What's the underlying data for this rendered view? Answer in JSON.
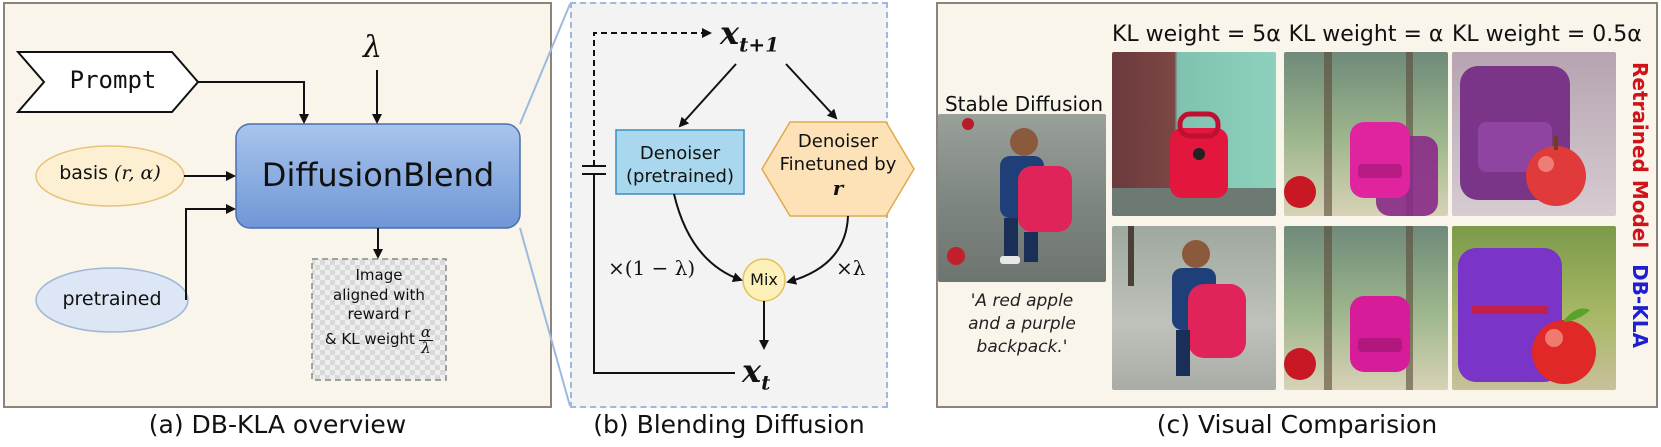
{
  "panel_a": {
    "caption": "(a) DB-KLA overview",
    "prompt_label": "Prompt",
    "lambda": "λ",
    "basis_label": "basis",
    "basis_math": "(r, α)",
    "pretrained_label": "pretrained",
    "blend_label": "DiffusionBlend",
    "output_lines": [
      "Image",
      "aligned with",
      "reward r",
      "& KL weight"
    ],
    "output_frac_num": "α",
    "output_frac_den": "λ"
  },
  "panel_b": {
    "caption": "(b) Blending Diffusion",
    "x_next": "x",
    "x_next_sub": "t+1",
    "x_cur": "x",
    "x_cur_sub": "t",
    "denoiser_pre_lines": [
      "Denoiser",
      "(pretrained)"
    ],
    "denoiser_ft_lines": [
      "Denoiser",
      "Finetuned by"
    ],
    "denoiser_ft_math": "r",
    "mix_label": "Mix",
    "weight_left": "×(1 − λ)",
    "weight_right": "×λ"
  },
  "panel_c": {
    "caption": "(c) Visual Comparision",
    "stable_diffusion_label": "Stable Diffusion",
    "prompt_lines": [
      "'A red apple",
      "and a purple",
      "backpack.'"
    ],
    "columns": [
      "KL weight = 5α",
      "KL weight = α",
      "KL weight = 0.5α"
    ],
    "rows": [
      {
        "label": "Retrained Model",
        "color": "#d0121b"
      },
      {
        "label": "DB-KLA",
        "color": "#1f1fd0"
      }
    ]
  },
  "colors": {
    "blend_fill": "#7ea4dc",
    "basis_fill": "#fdf0d2",
    "pretrained_fill": "#dce6f4",
    "denoiser_pre_fill": "#a9d8ee",
    "denoiser_ft_fill": "#fde2b8",
    "mix_fill": "#fdf0b8"
  }
}
